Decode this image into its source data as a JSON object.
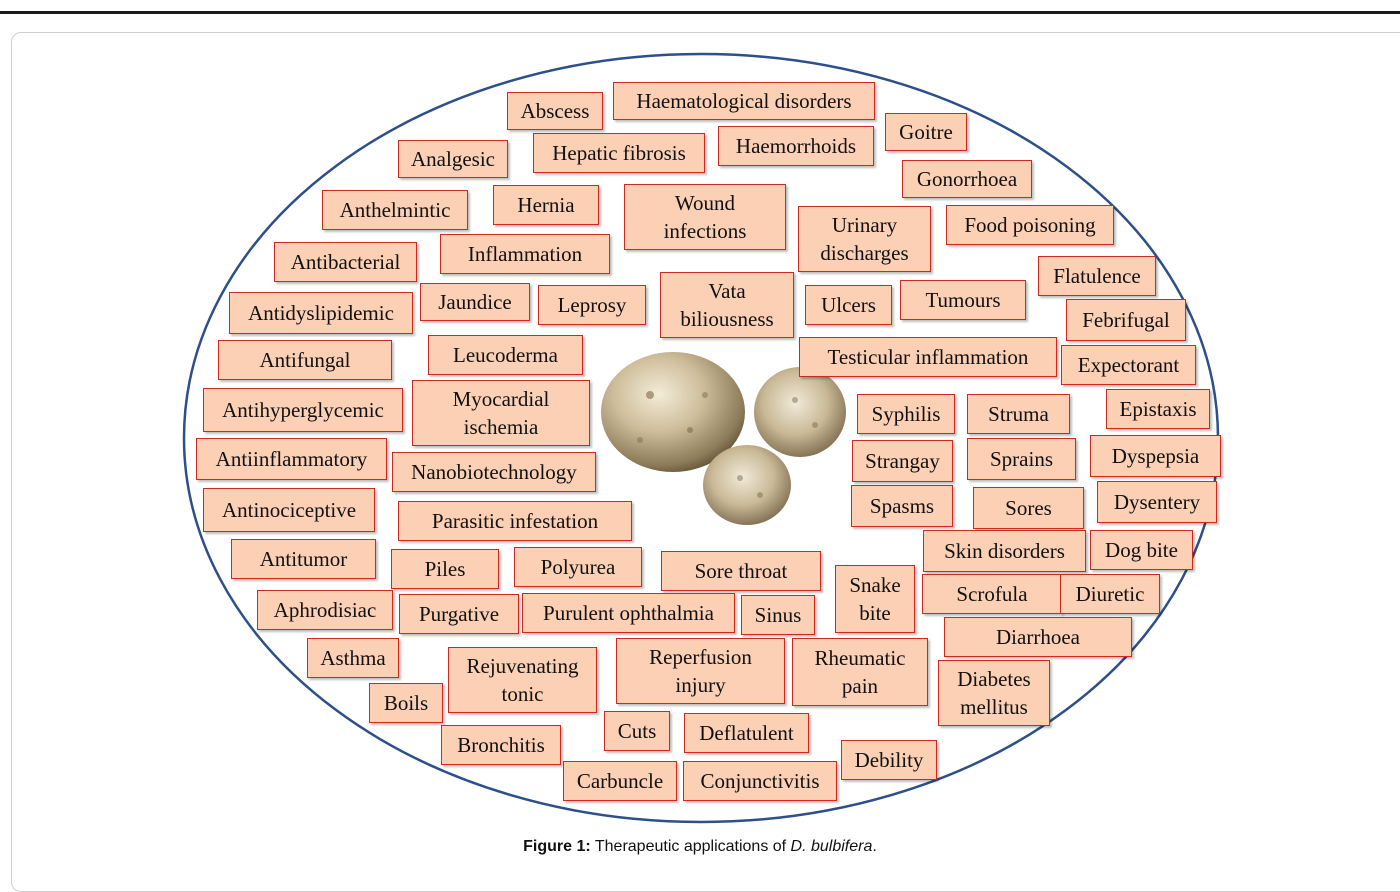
{
  "colors": {
    "box_fill": "#fbd0b5",
    "box_border": "#cc2a1f",
    "ellipse_stroke": "#2d4f8a"
  },
  "center_image": "bulbil-tubers-photo",
  "applications": [
    "Abscess",
    "Haematological disorders",
    "Analgesic",
    "Hepatic fibrosis",
    "Haemorrhoids",
    "Goitre",
    "Gonorrhoea",
    "Anthelmintic",
    "Hernia",
    "Wound\ninfections",
    "Urinary\ndischarges",
    "Food poisoning",
    "Antibacterial",
    "Inflammation",
    "Flatulence",
    "Antidyslipidemic",
    "Jaundice",
    "Leprosy",
    "Vata\nbiliousness",
    "Ulcers",
    "Tumours",
    "Febrifugal",
    "Antifungal",
    "Leucoderma",
    "Testicular inflammation",
    "Expectorant",
    "Antihyperglycemic",
    "Myocardial\nischemia",
    "Syphilis",
    "Struma",
    "Epistaxis",
    "Antiinflammatory",
    "Nanobiotechnology",
    "Strangay",
    "Sprains",
    "Dyspepsia",
    "Antinociceptive",
    "Parasitic infestation",
    "Spasms",
    "Sores",
    "Dysentery",
    "Skin disorders",
    "Dog bite",
    "Antitumor",
    "Piles",
    "Polyurea",
    "Sore throat",
    "Snake\nbite",
    "Scrofula",
    "Diuretic",
    "Aphrodisiac",
    "Purgative",
    "Purulent ophthalmia",
    "Sinus",
    "Diarrhoea",
    "Asthma",
    "Rejuvenating\ntonic",
    "Reperfusion\ninjury",
    "Rheumatic\npain",
    "Diabetes\nmellitus",
    "Boils",
    "Cuts",
    "Deflatulent",
    "Bronchitis",
    "Debility",
    "Carbuncle",
    "Conjunctivitis"
  ],
  "caption": {
    "label": "Figure 1:",
    "text": " Therapeutic applications of ",
    "species": "D. bulbifera",
    "end": "."
  }
}
